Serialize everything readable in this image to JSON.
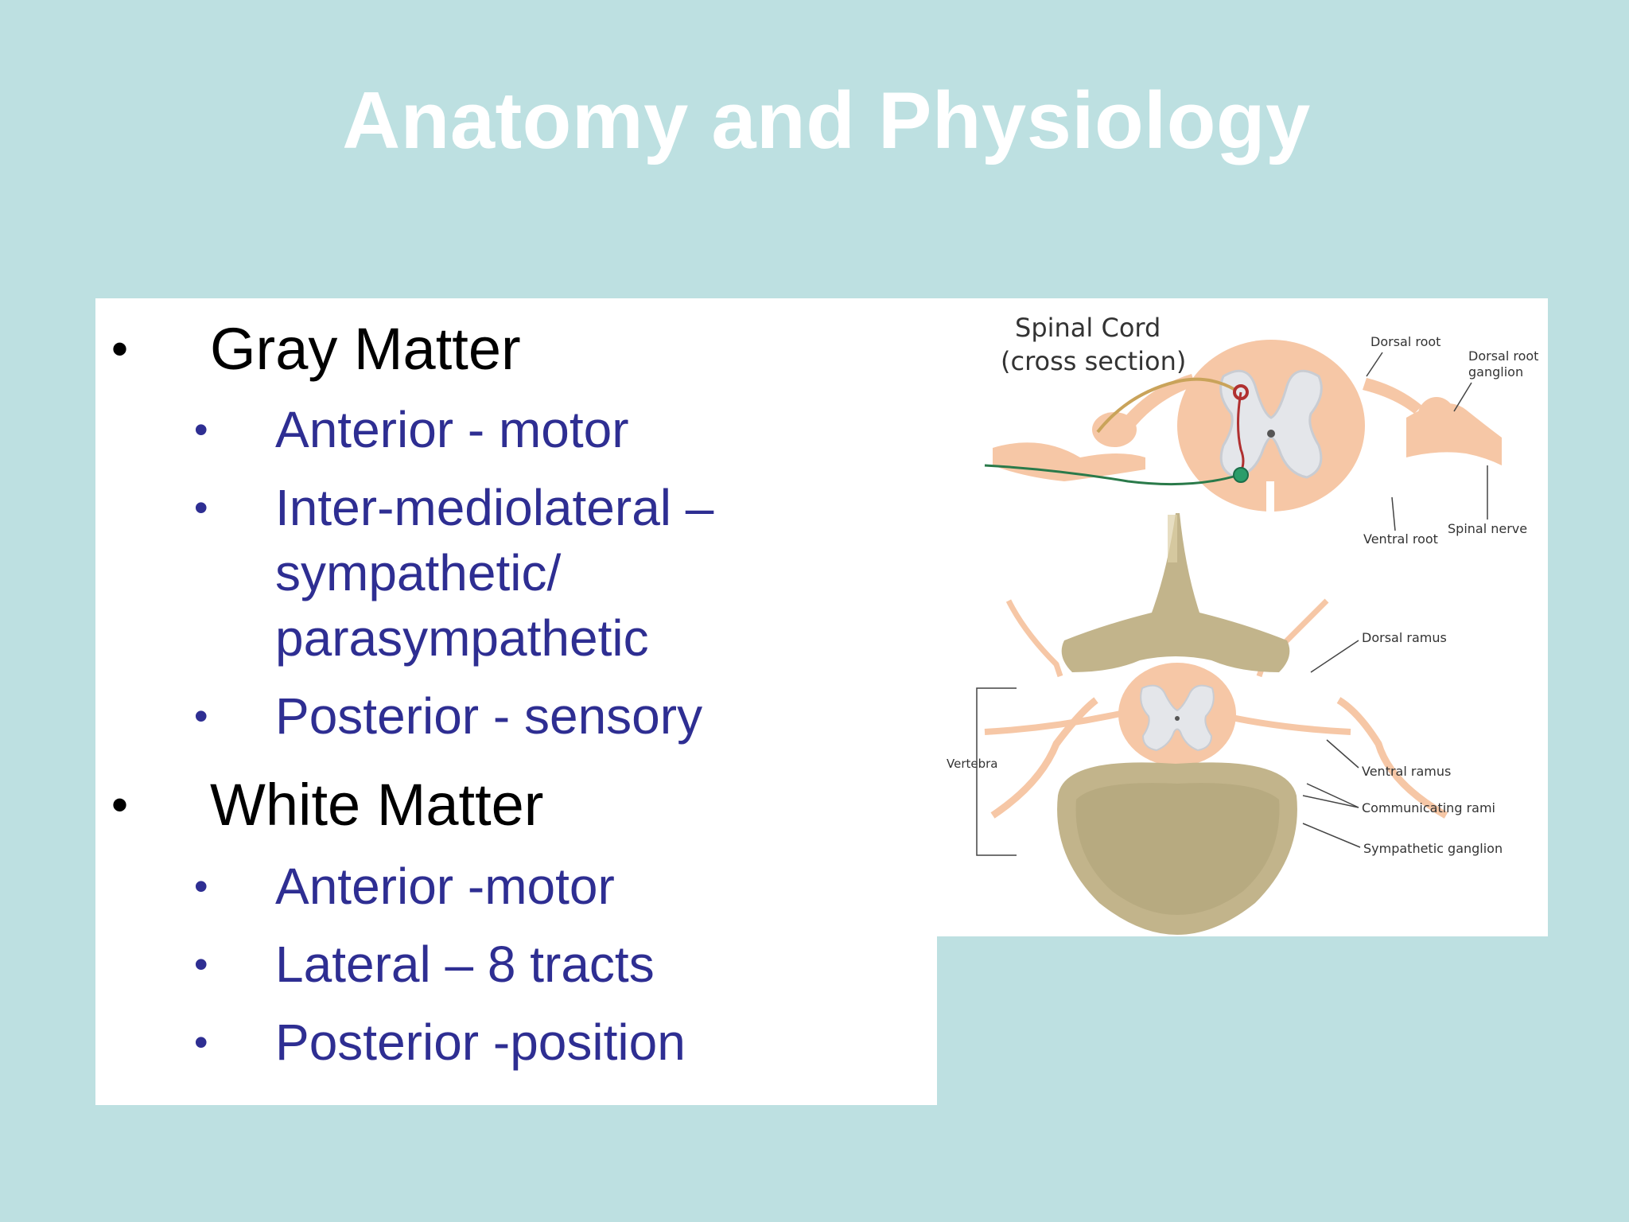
{
  "slide": {
    "title": "Anatomy and Physiology"
  },
  "gray_matter": {
    "heading": "Gray Matter",
    "items": [
      {
        "lines": [
          "Anterior - motor"
        ]
      },
      {
        "lines": [
          "Inter-mediolateral –",
          "sympathetic/",
          "parasympathetic"
        ]
      },
      {
        "lines": [
          "Posterior - sensory"
        ]
      }
    ]
  },
  "white_matter": {
    "heading": "White Matter",
    "items": [
      {
        "lines": [
          "Anterior -motor"
        ]
      },
      {
        "lines": [
          "Lateral – 8 tracts"
        ]
      },
      {
        "lines": [
          "Posterior -position"
        ]
      }
    ]
  },
  "bullet_glyph": "•",
  "figure": {
    "title_line1": "Spinal Cord",
    "title_line2": "(cross section)",
    "labels": {
      "dorsal_root": "Dorsal root",
      "dorsal_root_ganglion_1": "Dorsal root",
      "dorsal_root_ganglion_2": "ganglion",
      "ventral_root": "Ventral root",
      "spinal_nerve": "Spinal nerve",
      "dorsal_ramus": "Dorsal ramus",
      "vertebra": "Vertebra",
      "ventral_ramus": "Ventral ramus",
      "communicating_rami": "Communicating rami",
      "sympathetic_ganglion": "Sympathetic ganglion"
    },
    "colors": {
      "cord": "#f6c7a6",
      "gray_matter": "#e4e6ea",
      "bone": "#c2b48b",
      "motor_neuron": "#2a9d6a",
      "sensory_neuron": "#b03030"
    }
  }
}
